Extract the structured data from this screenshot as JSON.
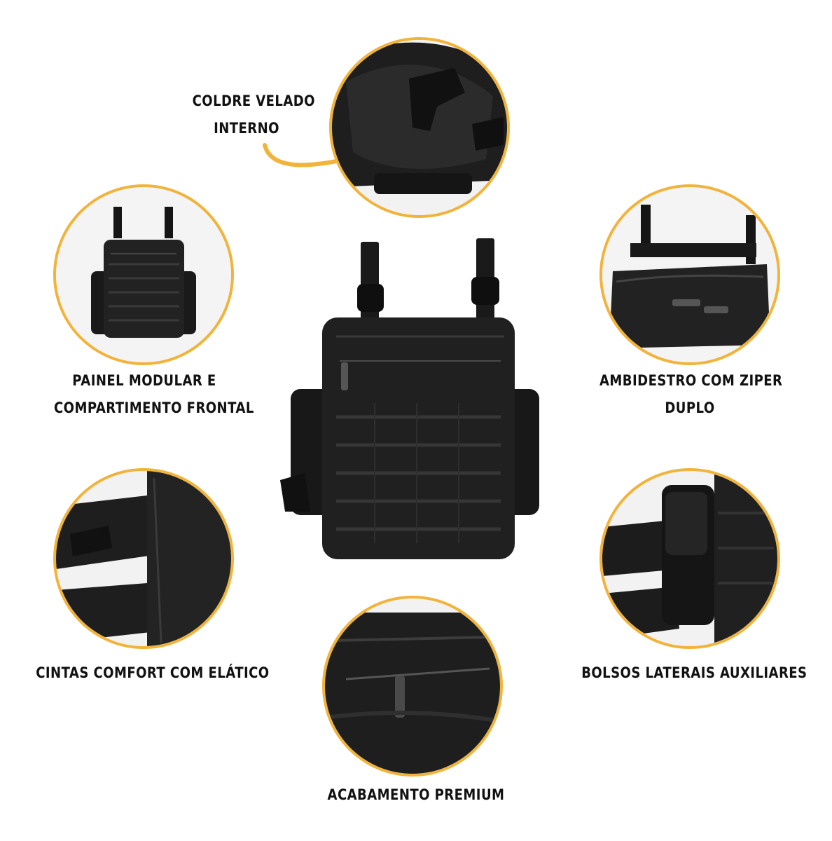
{
  "accent_color": "#F2B33A",
  "product_color": "#1b1b1b",
  "callouts": {
    "coldre": {
      "line1": "COLDRE VELADO",
      "line2": "INTERNO",
      "icon": "holster-interior-photo"
    },
    "painel": {
      "line1": "PAINEL MODULAR E",
      "line2": "COMPARTIMENTO FRONTAL",
      "icon": "bag-front-panel-photo"
    },
    "ambidestro": {
      "line1": "AMBIDESTRO COM ZIPER",
      "line2": "DUPLO",
      "icon": "double-zipper-top-photo"
    },
    "cintas": {
      "line1": "CINTAS COMFORT COM ELÁTICO",
      "icon": "elastic-strap-buckle-photo"
    },
    "bolsos": {
      "line1": "BOLSOS LATERAIS AUXILIARES",
      "icon": "side-pocket-photo"
    },
    "acabamento": {
      "line1": "ACABAMENTO PREMIUM",
      "icon": "zipper-finish-photo"
    }
  },
  "center_product": {
    "icon": "tactical-leg-bag-photo"
  }
}
